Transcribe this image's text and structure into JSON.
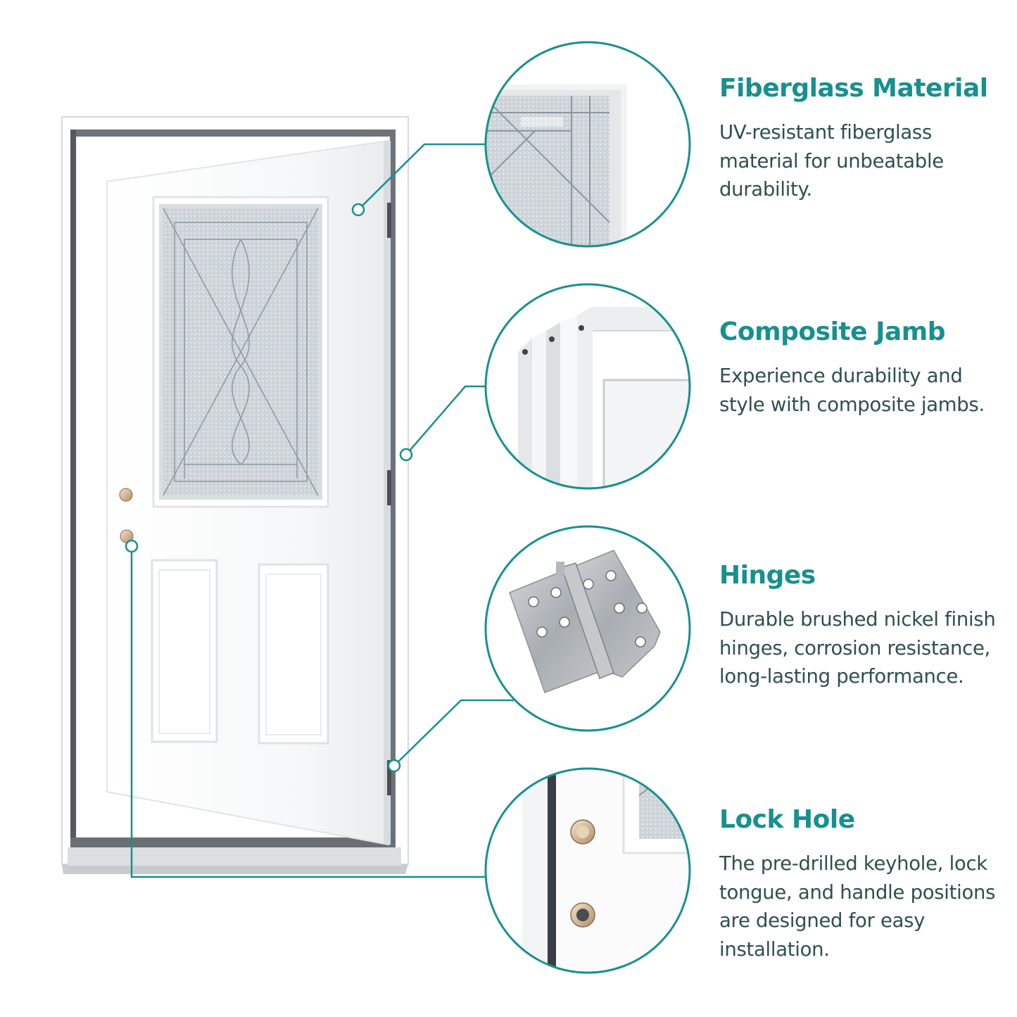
{
  "theme": {
    "accent": "#17908f",
    "text": "#2f4f4f",
    "background": "#ffffff"
  },
  "features": [
    {
      "title": "Fiberglass Material",
      "description": "UV-resistant fiberglass material for unbeatable durability.",
      "detail_icon": "glass-panel-closeup"
    },
    {
      "title": "Composite Jamb",
      "description": "Experience durability and style with composite jambs.",
      "detail_icon": "jamb-profile-closeup"
    },
    {
      "title": "Hinges",
      "description": "Durable brushed nickel finish hinges, corrosion resistance, long-lasting performance.",
      "detail_icon": "hinge-closeup"
    },
    {
      "title": "Lock Hole",
      "description": "The pre-drilled keyhole, lock tongue, and handle positions are designed for easy installation.",
      "detail_icon": "lock-hole-closeup"
    }
  ]
}
